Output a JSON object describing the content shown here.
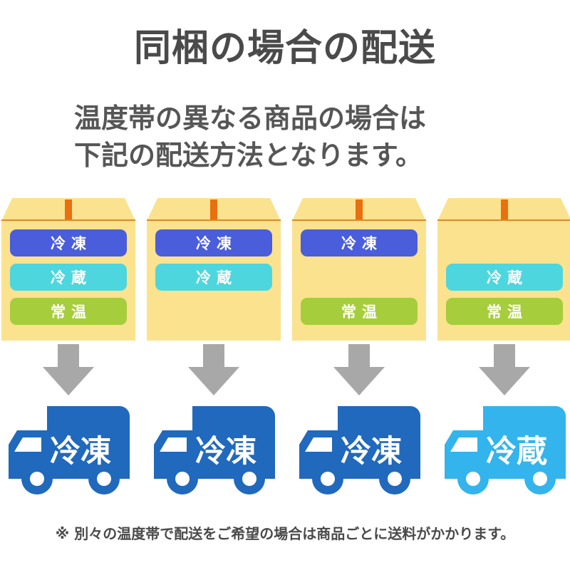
{
  "header": {
    "title": "同梱の場合の配送",
    "subtitle_line1": "温度帯の異なる商品の場合は",
    "subtitle_line2": "下記の配送方法となります。"
  },
  "temperature_zones": {
    "frozen": {
      "label": "冷凍",
      "color": "#4a5ddb"
    },
    "chilled": {
      "label": "冷蔵",
      "color": "#4ed6de"
    },
    "ambient": {
      "label": "常温",
      "color": "#a6cd3c"
    }
  },
  "colors": {
    "box_fill": "#fbe28e",
    "box_tape": "#e8700f",
    "box_lid_edge": "#d9892a",
    "arrow": "#a8a8a8",
    "truck_frozen": "#2069bc",
    "truck_chilled": "#33b4ec",
    "title_text": "#4a4a4a",
    "background": "#ffffff"
  },
  "cases": [
    {
      "box_slots": [
        {
          "zone": "frozen",
          "label": "冷凍",
          "slot": 0
        },
        {
          "zone": "chilled",
          "label": "冷蔵",
          "slot": 1
        },
        {
          "zone": "ambient",
          "label": "常温",
          "slot": 2
        }
      ],
      "arrow": "down-arrow",
      "truck": {
        "label": "冷凍",
        "zone": "frozen",
        "color": "#2069bc"
      }
    },
    {
      "box_slots": [
        {
          "zone": "frozen",
          "label": "冷凍",
          "slot": 0
        },
        {
          "zone": "chilled",
          "label": "冷蔵",
          "slot": 1
        }
      ],
      "arrow": "down-arrow",
      "truck": {
        "label": "冷凍",
        "zone": "frozen",
        "color": "#2069bc"
      }
    },
    {
      "box_slots": [
        {
          "zone": "frozen",
          "label": "冷凍",
          "slot": 0
        },
        {
          "zone": "ambient",
          "label": "常温",
          "slot": 2
        }
      ],
      "arrow": "down-arrow",
      "truck": {
        "label": "冷凍",
        "zone": "frozen",
        "color": "#2069bc"
      }
    },
    {
      "box_slots": [
        {
          "zone": "chilled",
          "label": "冷蔵",
          "slot": 1
        },
        {
          "zone": "ambient",
          "label": "常温",
          "slot": 2
        }
      ],
      "arrow": "down-arrow",
      "truck": {
        "label": "冷蔵",
        "zone": "chilled",
        "color": "#33b4ec"
      }
    }
  ],
  "footer": {
    "note": "※ 別々の温度帯で配送をご希望の場合は商品ごとに送料がかかります。"
  }
}
